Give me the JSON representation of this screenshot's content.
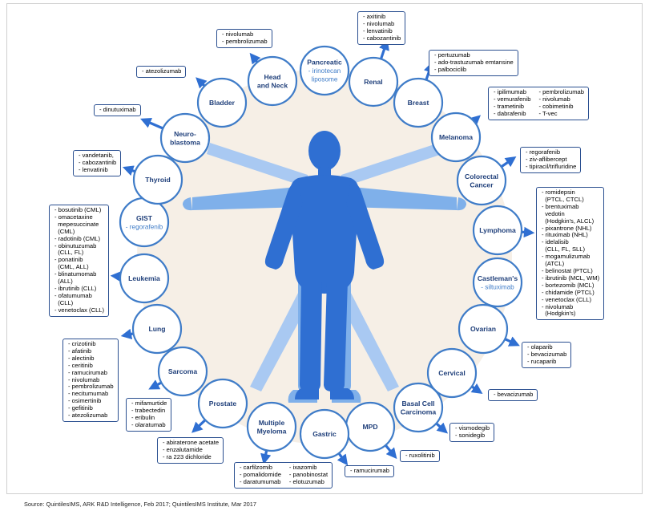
{
  "source": "Source: QuintilesIMS, ARK R&D Intelligence, Feb 2017; QuintilesIMS Institute, Mar 2017",
  "nodes": [
    {
      "id": "pancreatic",
      "lines": [
        "Pancreatic"
      ],
      "sub": [
        "- irinotecan",
        "liposome"
      ]
    },
    {
      "id": "renal",
      "lines": [
        "Renal"
      ],
      "sub": []
    },
    {
      "id": "breast",
      "lines": [
        "Breast"
      ],
      "sub": []
    },
    {
      "id": "melanoma",
      "lines": [
        "Melanoma"
      ],
      "sub": []
    },
    {
      "id": "colorectal",
      "lines": [
        "Colorectal",
        "Cancer"
      ],
      "sub": []
    },
    {
      "id": "lymphoma",
      "lines": [
        "Lymphoma"
      ],
      "sub": []
    },
    {
      "id": "castleman",
      "lines": [
        "Castleman's"
      ],
      "sub": [
        "- siltuximab"
      ]
    },
    {
      "id": "ovarian",
      "lines": [
        "Ovarian"
      ],
      "sub": []
    },
    {
      "id": "cervical",
      "lines": [
        "Cervical"
      ],
      "sub": []
    },
    {
      "id": "basal",
      "lines": [
        "Basal Cell",
        "Carcinoma"
      ],
      "sub": []
    },
    {
      "id": "mpd",
      "lines": [
        "MPD"
      ],
      "sub": []
    },
    {
      "id": "gastric",
      "lines": [
        "Gastric"
      ],
      "sub": []
    },
    {
      "id": "myeloma",
      "lines": [
        "Multiple",
        "Myeloma"
      ],
      "sub": []
    },
    {
      "id": "prostate",
      "lines": [
        "Prostate"
      ],
      "sub": []
    },
    {
      "id": "sarcoma",
      "lines": [
        "Sarcoma"
      ],
      "sub": []
    },
    {
      "id": "lung",
      "lines": [
        "Lung"
      ],
      "sub": []
    },
    {
      "id": "leukemia",
      "lines": [
        "Leukemia"
      ],
      "sub": []
    },
    {
      "id": "gist",
      "lines": [
        "GIST"
      ],
      "sub": [
        "- regorafenib"
      ]
    },
    {
      "id": "thyroid",
      "lines": [
        "Thyroid"
      ],
      "sub": []
    },
    {
      "id": "neuroblastoma",
      "lines": [
        "Neuro-",
        "blastoma"
      ],
      "sub": []
    },
    {
      "id": "bladder",
      "lines": [
        "Bladder"
      ],
      "sub": []
    },
    {
      "id": "headneck",
      "lines": [
        "Head",
        "and Neck"
      ],
      "sub": []
    }
  ],
  "drugs": {
    "headneck": [
      [
        "- nivolumab",
        "- pembrolizumab"
      ]
    ],
    "renal": [
      [
        "- axitinib",
        "- nivolumab",
        "- lenvatinib",
        "- cabozantinib"
      ]
    ],
    "breast": [
      [
        "- pertuzumab",
        "- ado-trastuzumab emtansine",
        "- palbociclib"
      ]
    ],
    "melanoma": [
      [
        "- ipilimumab",
        "- vemurafenib",
        "- trametinib",
        "- dabrafenib"
      ],
      [
        "- pembrolizumab",
        "- nivolumab",
        "- cobimetinib",
        "- T-vec"
      ]
    ],
    "colorectal": [
      [
        "- regorafenib",
        "- ziv-aflibercept",
        "- tipiracil/trifluridine"
      ]
    ],
    "lymphoma": [
      [
        "- romidepsin",
        "  (PTCL, CTCL)",
        "- brentuximab",
        "  vedotin",
        "  (Hodgkin's, ALCL)",
        "- pixantrone (NHL)",
        "- rituximab (NHL)",
        "- idelalisib",
        "  (CLL, FL, SLL)",
        "- mogamulizumab",
        "  (ATCL)",
        "- belinostat (PTCL)",
        "- ibrutinib (MCL, WM)",
        "- bortezomib (MCL)",
        "- chidamide (PTCL)",
        "- venetoclax (CLL)",
        "- nivolumab",
        "  (Hodgkin's)"
      ]
    ],
    "ovarian": [
      [
        "- olaparib",
        "- bevacizumab",
        "- rucaparib"
      ]
    ],
    "cervical": [
      [
        "- bevacizumab"
      ]
    ],
    "basal": [
      [
        "- vismodegib",
        "- sonidegib"
      ]
    ],
    "mpd": [
      [
        "- ruxolitinib"
      ]
    ],
    "gastric": [
      [
        "- ramucirumab"
      ]
    ],
    "myeloma": [
      [
        "- carfilzomib",
        "- pomalidomide",
        "- daratumumab"
      ],
      [
        "- ixazomib",
        "- panobinostat",
        "- elotuzumab"
      ]
    ],
    "prostate": [
      [
        "- abiraterone acetate",
        "- enzalutamide",
        "- ra 223 dichloride"
      ]
    ],
    "sarcoma": [
      [
        "- mifamurtide",
        "- trabectedin",
        "- eribulin",
        "- olaratumab"
      ]
    ],
    "lung": [
      [
        "- crizotinib",
        "- afatinib",
        "- alectinib",
        "- ceritinib",
        "- ramucirumab",
        "- nivolumab",
        "- pembrolizumab",
        "- necitumumab",
        "- osimertinib",
        "- gefitinib",
        "- atezolizumab"
      ]
    ],
    "leukemia": [
      [
        "- bosutinib (CML)",
        "- omacetaxine",
        "  mepesuccinate",
        "  (CML)",
        "- radotinib (CML)",
        "- obinutuzumab",
        "  (CLL, FL)",
        "- ponatinib",
        "  (CML, ALL)",
        "- blinatumomab",
        "  (ALL)",
        "- ibrutinib (CLL)",
        "- ofatumumab",
        "  (CLL)",
        "- venetoclax (CLL)"
      ]
    ],
    "thyroid": [
      [
        "- vandetanib,",
        "- cabozantinib",
        "- lenvatinib"
      ]
    ],
    "neuroblastoma": [
      [
        "- dinutuximab"
      ]
    ],
    "bladder": [
      [
        "- atezolizumab"
      ]
    ]
  },
  "colors": {
    "node_border": "#3f7cc8",
    "node_label": "#1f3f7a",
    "figure_light": "#a9c9f2",
    "figure_mid": "#7fb0ea",
    "figure_dark": "#2f6fd2",
    "background_circle": "#f6efe6",
    "arrow": "#2f6fd2"
  }
}
